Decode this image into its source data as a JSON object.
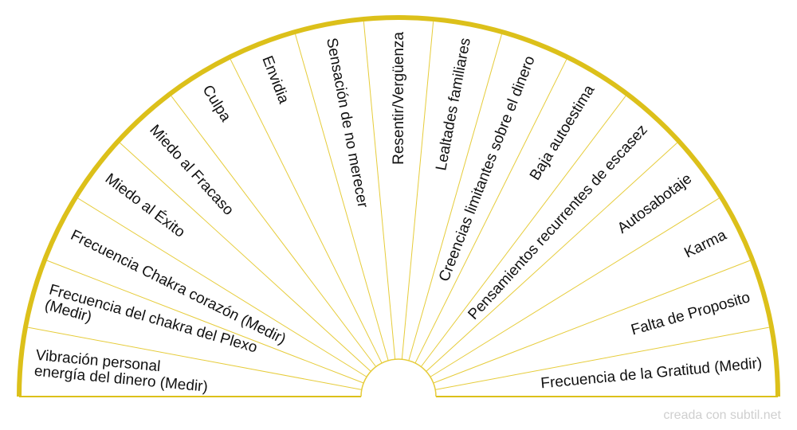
{
  "colors": {
    "rim": "#dcc01a",
    "divider": "#e6cc3a",
    "text": "#111111",
    "background": "#ffffff",
    "credit": "#cfcfcf"
  },
  "segments": [
    [
      "Vibración personal",
      "energía del dinero (Medir)"
    ],
    [
      "Frecuencia del chakra del Plexo",
      "(Medir)"
    ],
    [
      "Frecuencia Chakra corazón (Medir)"
    ],
    [
      "Miedo al Éxito"
    ],
    [
      "Miedo al Fracaso"
    ],
    [
      "Culpa"
    ],
    [
      "Envidia"
    ],
    [
      "Sensación de no merecer"
    ],
    [
      "Resentir/Vergüenza"
    ],
    [
      "Lealtades familiares"
    ],
    [
      "Creencias limitantes sobre el dinero"
    ],
    [
      "Baja autoestima"
    ],
    [
      "Pensamientos recurrentes de escasez"
    ],
    [
      "Autosabotaje"
    ],
    [
      "Karma"
    ],
    [
      "Falta de Proposito"
    ],
    [
      "Frecuencia de la Gratitud (Medir)"
    ]
  ],
  "credit": "creada con subtil.net"
}
